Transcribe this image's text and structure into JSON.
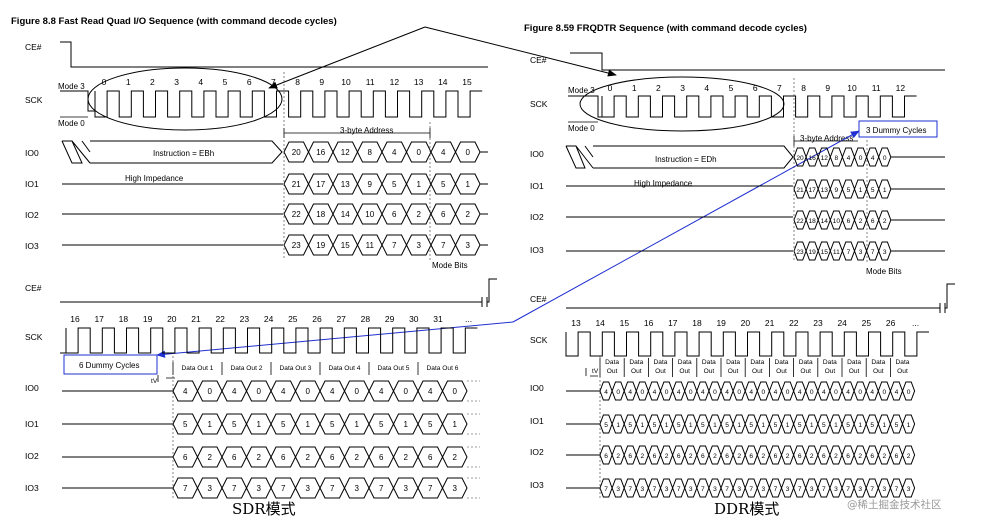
{
  "sdr": {
    "title_prefix": "Figure 8.8 ",
    "title_highlight": "Fast Read Quad",
    "title_suffix": " I/O Sequence (with command decode cycles)",
    "signals": [
      "CE#",
      "SCK",
      "IO0",
      "IO1",
      "IO2",
      "IO3"
    ],
    "mode3": "Mode 3",
    "mode0": "Mode 0",
    "top_clock_numbers": [
      "0",
      "1",
      "2",
      "3",
      "4",
      "5",
      "6",
      "7",
      "8",
      "9",
      "10",
      "11",
      "12",
      "13",
      "14",
      "15"
    ],
    "address_label": "3-byte Address",
    "instruction_label": "Instruction = EBh",
    "high_impedance": "High Impedance",
    "mode_bits": "Mode Bits",
    "address_io0": [
      "20",
      "16",
      "12",
      "8",
      "4",
      "0",
      "4",
      "0"
    ],
    "address_io1": [
      "21",
      "17",
      "13",
      "9",
      "5",
      "1",
      "5",
      "1"
    ],
    "address_io2": [
      "22",
      "18",
      "14",
      "10",
      "6",
      "2",
      "6",
      "2"
    ],
    "address_io3": [
      "23",
      "19",
      "15",
      "11",
      "7",
      "3",
      "7",
      "3"
    ],
    "bottom_clock_numbers": [
      "16",
      "17",
      "18",
      "19",
      "20",
      "21",
      "22",
      "23",
      "24",
      "25",
      "26",
      "27",
      "28",
      "29",
      "30",
      "31"
    ],
    "ellipsis": "...",
    "dummy_label": "6 Dummy Cycles",
    "tv_label": "tV",
    "data_out_labels": [
      "Data Out 1",
      "Data Out 2",
      "Data Out 3",
      "Data Out 4",
      "Data Out 5",
      "Data Out 6"
    ],
    "data_io0": [
      "4",
      "0",
      "4",
      "0",
      "4",
      "0",
      "4",
      "0",
      "4",
      "0",
      "4",
      "0"
    ],
    "data_io1": [
      "5",
      "1",
      "5",
      "1",
      "5",
      "1",
      "5",
      "1",
      "5",
      "1",
      "5",
      "1"
    ],
    "data_io2": [
      "6",
      "2",
      "6",
      "2",
      "6",
      "2",
      "6",
      "2",
      "6",
      "2",
      "6",
      "2"
    ],
    "data_io3": [
      "7",
      "3",
      "7",
      "3",
      "7",
      "3",
      "7",
      "3",
      "7",
      "3",
      "7",
      "3"
    ],
    "caption": "SDR模式"
  },
  "ddr": {
    "title": "Figure 8.59 FRQDTR Sequence (with command decode cycles)",
    "signals": [
      "CE#",
      "SCK",
      "IO0",
      "IO1",
      "IO2",
      "IO3"
    ],
    "mode3": "Mode 3",
    "mode0": "Mode 0",
    "top_clock_numbers": [
      "0",
      "1",
      "2",
      "3",
      "4",
      "5",
      "6",
      "7",
      "8",
      "9",
      "10",
      "11",
      "12"
    ],
    "address_label": "3-byte Address",
    "dummy_label": "3 Dummy Cycles",
    "instruction_label": "Instruction = EDh",
    "high_impedance": "High Impedance",
    "mode_bits": "Mode Bits",
    "address_io0": [
      "20",
      "16",
      "12",
      "8",
      "4",
      "0",
      "4",
      "0"
    ],
    "address_io1": [
      "21",
      "17",
      "13",
      "9",
      "5",
      "1",
      "5",
      "1"
    ],
    "address_io2": [
      "22",
      "18",
      "14",
      "10",
      "6",
      "2",
      "6",
      "2"
    ],
    "address_io3": [
      "23",
      "19",
      "15",
      "11",
      "7",
      "3",
      "7",
      "3"
    ],
    "bottom_clock_numbers": [
      "13",
      "14",
      "15",
      "16",
      "17",
      "18",
      "19",
      "20",
      "21",
      "22",
      "23",
      "24",
      "25",
      "26"
    ],
    "ellipsis": "...",
    "tv_label": "tV",
    "data_out_top": "Data",
    "data_out_bottom": "Out",
    "data_out_count": 13,
    "data_io0": [
      "4",
      "0"
    ],
    "data_io1": [
      "5",
      "1"
    ],
    "data_io2": [
      "6",
      "2"
    ],
    "data_io3": [
      "7",
      "3"
    ],
    "caption": "DDR模式"
  },
  "watermark": "@稀土掘金技术社区"
}
